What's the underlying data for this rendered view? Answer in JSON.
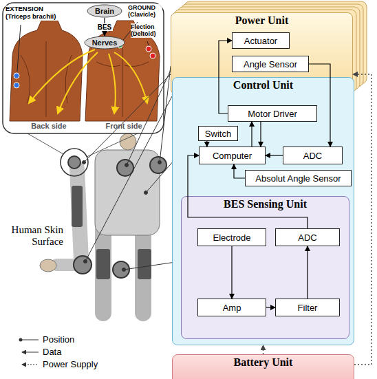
{
  "diagram": {
    "nodes": [
      {
        "text": [
          "Brain"
        ]
      },
      {
        "text": [
          "Nerves"
        ]
      },
      {
        "text": [
          "Power Unit"
        ]
      },
      {
        "text": [
          "Actuator"
        ],
        "in": 2
      },
      {
        "text": [
          "Angle Sensor"
        ],
        "in": 2
      },
      {
        "text": [
          "Control Unit"
        ]
      },
      {
        "text": [
          "Motor Driver"
        ],
        "in": 5
      },
      {
        "text": [
          "Switch"
        ],
        "in": 5
      },
      {
        "text": [
          "Computer"
        ],
        "in": 5
      },
      {
        "text": [
          "ADC"
        ],
        "in": 5
      },
      {
        "text": [
          "Absolut Angle Sensor"
        ],
        "in": 5
      },
      {
        "text": [
          "BES Sensing Unit"
        ],
        "in": 5
      },
      {
        "text": [
          "Electrode"
        ],
        "in": 11
      },
      {
        "text": [
          "ADC"
        ],
        "in": 11
      },
      {
        "text": [
          "Amp"
        ],
        "in": 11
      },
      {
        "text": [
          "Filter"
        ],
        "in": 11
      },
      {
        "text": [
          "Battery Unit"
        ]
      }
    ],
    "edges": [
      {
        "from": 0,
        "to": 1,
        "label": "BES",
        "arrow": "to"
      },
      {
        "from": 6,
        "to": 3,
        "arrow": "to"
      },
      {
        "from": 4,
        "to": 9,
        "arrow": "to"
      },
      {
        "from": 8,
        "to": 6,
        "arrow": "to"
      },
      {
        "from": 6,
        "to": 8,
        "arrow": "to"
      },
      {
        "from": 7,
        "to": 8,
        "arrow": "to"
      },
      {
        "from": 9,
        "to": 8,
        "arrow": "to"
      },
      {
        "from": 10,
        "to": 8,
        "arrow": "to"
      },
      {
        "from": 13,
        "to": 8,
        "arrow": "to"
      },
      {
        "from": 12,
        "to": 14,
        "arrow": "to"
      },
      {
        "from": 14,
        "to": 15,
        "arrow": "to"
      },
      {
        "from": 15,
        "to": 13,
        "arrow": "to"
      },
      {
        "from": 16,
        "to": 5,
        "arrow": "to"
      },
      {
        "from": 16,
        "to": 2,
        "arrow": "to"
      }
    ],
    "labels": [
      "EXTENSION (Triceps brachii)",
      "GROUND (Clavicle)",
      "Flection (Deltoid)",
      "Back side",
      "Front side",
      "Human Skin Surface"
    ],
    "legend": [
      {
        "text": "Position"
      },
      {
        "text": "Data"
      },
      {
        "text": "Power Supply"
      }
    ]
  }
}
